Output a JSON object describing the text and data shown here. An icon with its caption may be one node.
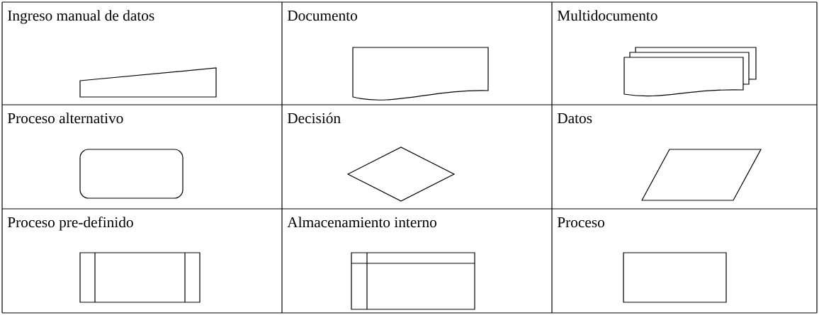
{
  "diagram": {
    "labels": [
      "Ingreso manual de datos",
      "Documento",
      "Multidocumento",
      "Proceso alternativo",
      "Decisión",
      "Datos",
      "Proceso pre-definido",
      "Almacenamiento interno",
      "Proceso"
    ]
  }
}
